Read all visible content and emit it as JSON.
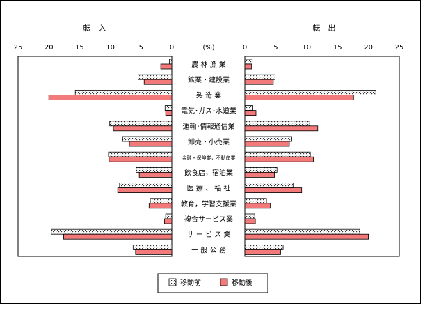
{
  "chart_data": {
    "type": "bar",
    "orientation": "horizontal",
    "layout": "butterfly",
    "unit_label": "(%)",
    "categories": [
      "農 林 漁 業",
      "鉱業・建設業",
      "製 造 業",
      "電気･ガス･水道業",
      "運輸･情報通信業",
      "卸売・小売業",
      "金融・保険業，不動産業",
      "飲食店，宿泊業",
      "医 療 、 福 祉",
      "教育，学習支援業",
      "複合サービス業",
      "サ ー ビ ス 業",
      "一 般 公 務"
    ],
    "panels": [
      {
        "title": "転　入",
        "direction": "left",
        "xlim": [
          0,
          25
        ],
        "ticks": [
          25,
          20,
          15,
          10,
          5,
          0
        ],
        "series": [
          {
            "name": "移動前",
            "values": [
              0.4,
              5.5,
              15.7,
              1.1,
              10.1,
              8.0,
              10.3,
              5.8,
              8.5,
              3.5,
              1.0,
              19.6,
              6.3
            ]
          },
          {
            "name": "移動後",
            "values": [
              1.8,
              4.5,
              20.0,
              1.0,
              9.5,
              6.9,
              10.2,
              5.3,
              8.8,
              3.7,
              1.2,
              17.6,
              5.9
            ]
          }
        ]
      },
      {
        "title": "転　出",
        "direction": "right",
        "xlim": [
          0,
          25
        ],
        "ticks": [
          0,
          5,
          10,
          15,
          20,
          25
        ],
        "series": [
          {
            "name": "移動前",
            "values": [
              1.2,
              4.9,
              21.2,
              1.3,
              10.5,
              7.6,
              10.6,
              5.2,
              7.8,
              3.5,
              1.6,
              18.6,
              6.2
            ]
          },
          {
            "name": "移動後",
            "values": [
              1.1,
              4.6,
              17.6,
              1.8,
              11.8,
              7.2,
              11.1,
              4.8,
              9.2,
              4.1,
              1.7,
              20.0,
              5.8
            ]
          }
        ]
      }
    ],
    "legend": {
      "position": "bottom-center",
      "items": [
        {
          "label": "移動前",
          "pattern": "dotted",
          "color": "#ffffff"
        },
        {
          "label": "移動後",
          "pattern": "solid",
          "color": "#f27a7a"
        }
      ]
    },
    "colors": {
      "before_fill": "#ffffff",
      "after_fill": "#f27a7a",
      "stroke": "#000000"
    },
    "grid": false
  }
}
